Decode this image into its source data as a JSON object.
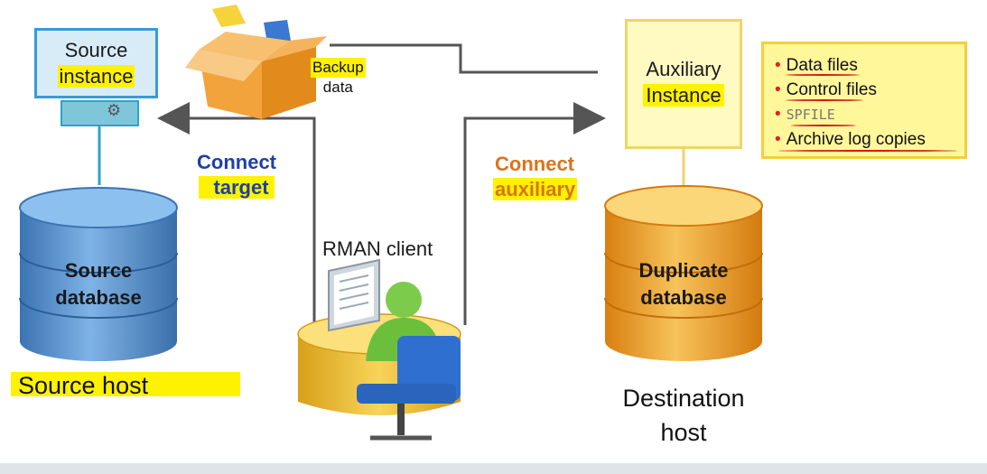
{
  "source_instance": {
    "line1": "Source",
    "line2": "instance"
  },
  "backup": {
    "line1": "Backup",
    "line2": "data"
  },
  "auxiliary_instance": {
    "line1": "Auxiliary",
    "line2": "Instance"
  },
  "file_list": [
    "Data files",
    "Control files",
    "SPFILE",
    "Archive log copies"
  ],
  "connect_target": {
    "line1": "Connect",
    "line2": "target"
  },
  "connect_auxiliary": {
    "line1": "Connect",
    "line2": "auxiliary"
  },
  "rman_client": "RMAN client",
  "source_database": {
    "line1": "Source",
    "line2": "database"
  },
  "duplicate_database": {
    "line1": "Duplicate",
    "line2": "database"
  },
  "source_host": "Source host",
  "destination_host": {
    "line1": "Destination",
    "line2": "host"
  },
  "colors": {
    "connect_target": "#1f3fa6",
    "connect_auxiliary": "#d9741c",
    "highlight": "#fff200",
    "source_db": "#4a86c5",
    "duplicate_db": "#e99a1e",
    "instance_border_source": "#3a9ad9",
    "instance_border_aux": "#f0d46a",
    "underline": "#d01a1a"
  }
}
